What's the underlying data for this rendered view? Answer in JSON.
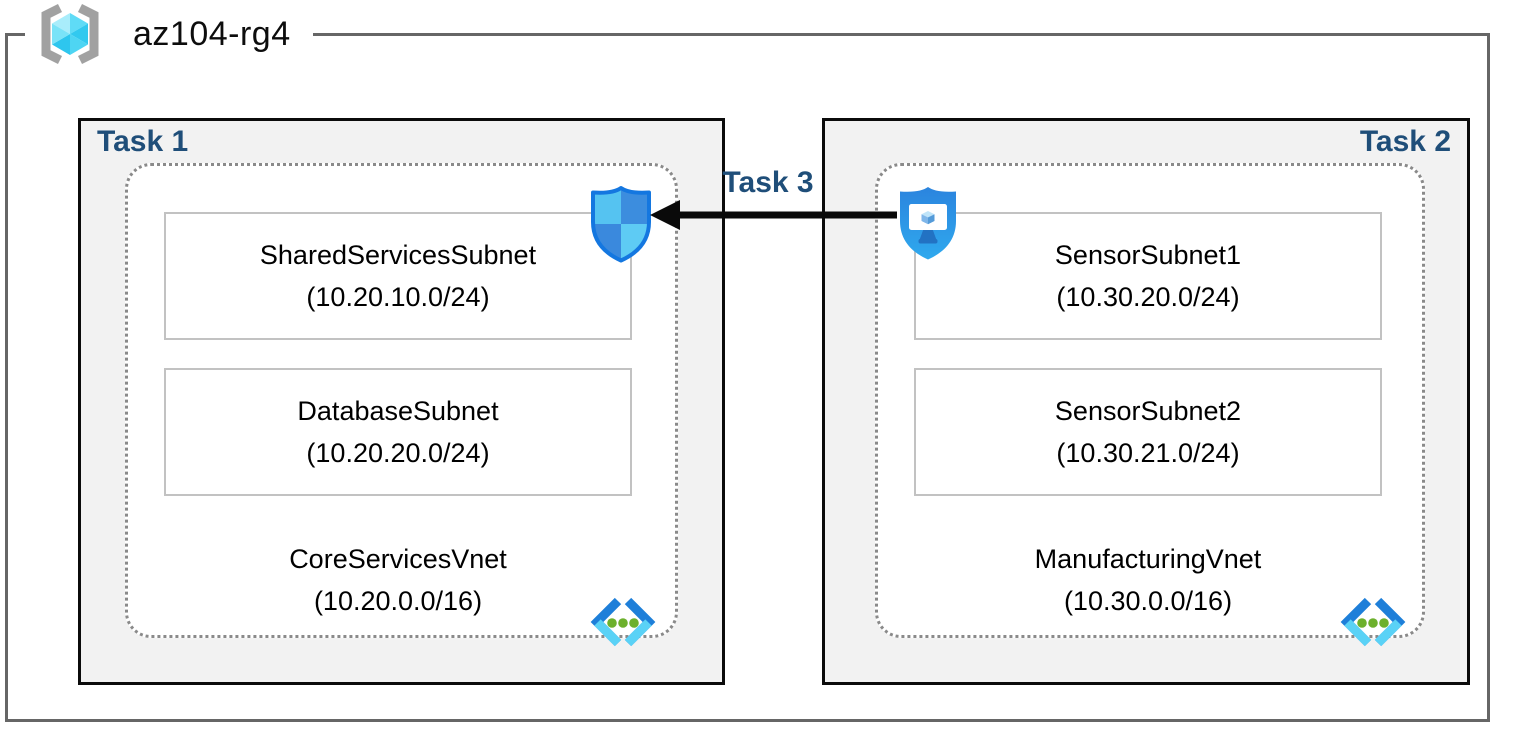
{
  "page": {
    "type": "azure-network-architecture-diagram",
    "resource_group": "az104-rg4"
  },
  "colors": {
    "task_label": "#1F4E79",
    "outer_frame": "#666666",
    "task_box_border": "#0B0B0B",
    "task_box_fill": "#F2F2F2",
    "vnet_dotted_border": "#8A8A8A",
    "subnet_border": "#C2C2C2",
    "arrow": "#0A0A0A",
    "azure_blue": "#1E7FD9",
    "azure_light_blue": "#5AD2F6",
    "vnet_dot_green": "#6CB02C"
  },
  "tasks": {
    "task1": "Task 1",
    "task2": "Task 2",
    "task3": "Task 3"
  },
  "vnets": [
    {
      "name": "CoreServicesVnet",
      "cidr": "(10.20.0.0/16)",
      "badge_icon": "network-security-group",
      "subnets": [
        {
          "name": "SharedServicesSubnet",
          "cidr": "(10.20.10.0/24)"
        },
        {
          "name": "DatabaseSubnet",
          "cidr": "(10.20.20.0/24)"
        }
      ]
    },
    {
      "name": "ManufacturingVnet",
      "cidr": "(10.30.0.0/16)",
      "badge_icon": "bastion-shield-monitor",
      "subnets": [
        {
          "name": "SensorSubnet1",
          "cidr": "(10.30.20.0/24)"
        },
        {
          "name": "SensorSubnet2",
          "cidr": "(10.30.21.0/24)"
        }
      ]
    }
  ],
  "connection": {
    "label": "Task 3",
    "direction": "right-to-left"
  }
}
